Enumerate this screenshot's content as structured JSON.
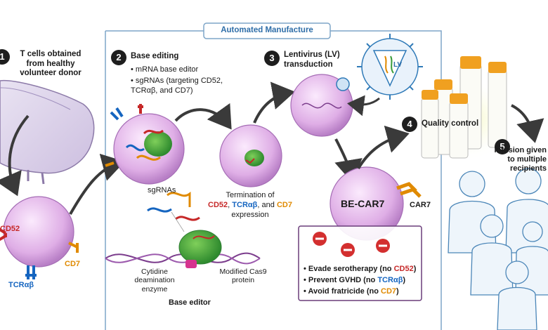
{
  "colors": {
    "frame": "#7fa6c8",
    "cell": "#d9a8e0",
    "green": "#3a9c3a",
    "red_marker": "#d32f2f",
    "cd52": "#c62828",
    "tcr": "#1565c0",
    "cd7": "#e08a00"
  },
  "header": {
    "title": "Automated Manufacture"
  },
  "steps": [
    {
      "num": "1",
      "label": "T cells obtained from healthy volunteer donor"
    },
    {
      "num": "2",
      "label": "Base editing",
      "bullets": [
        "mRNA base editor",
        "sgRNAs (targeting CD52, TCRαβ, and CD7)"
      ]
    },
    {
      "num": "3",
      "label": "Lentivirus (LV) transduction"
    },
    {
      "num": "4",
      "label": "Quality control"
    },
    {
      "num": "5",
      "label": "Infusion given to multiple recipients"
    }
  ],
  "labels": {
    "cd52": "CD52",
    "tcr": "TCRαβ",
    "cd7": "CD7",
    "sgrnas": "sgRNAs",
    "termination_prefix": "Termination of",
    "and": "and",
    "expression": "expression",
    "lv": "LV",
    "car7": "CAR7",
    "be_car7": "BE-CAR7",
    "cytidine": "Cytidine deamination enzyme",
    "cas9": "Modified Cas9 protein",
    "base_editor": "Base editor"
  },
  "benefits": [
    {
      "text": "Evade serotherapy (no ",
      "marker": "CD52",
      "color": "cd52"
    },
    {
      "text": "Prevent GVHD (no ",
      "marker": "TCRαβ",
      "color": "tcr"
    },
    {
      "text": "Avoid fratricide (no ",
      "marker": "CD7",
      "color": "cd7"
    }
  ]
}
